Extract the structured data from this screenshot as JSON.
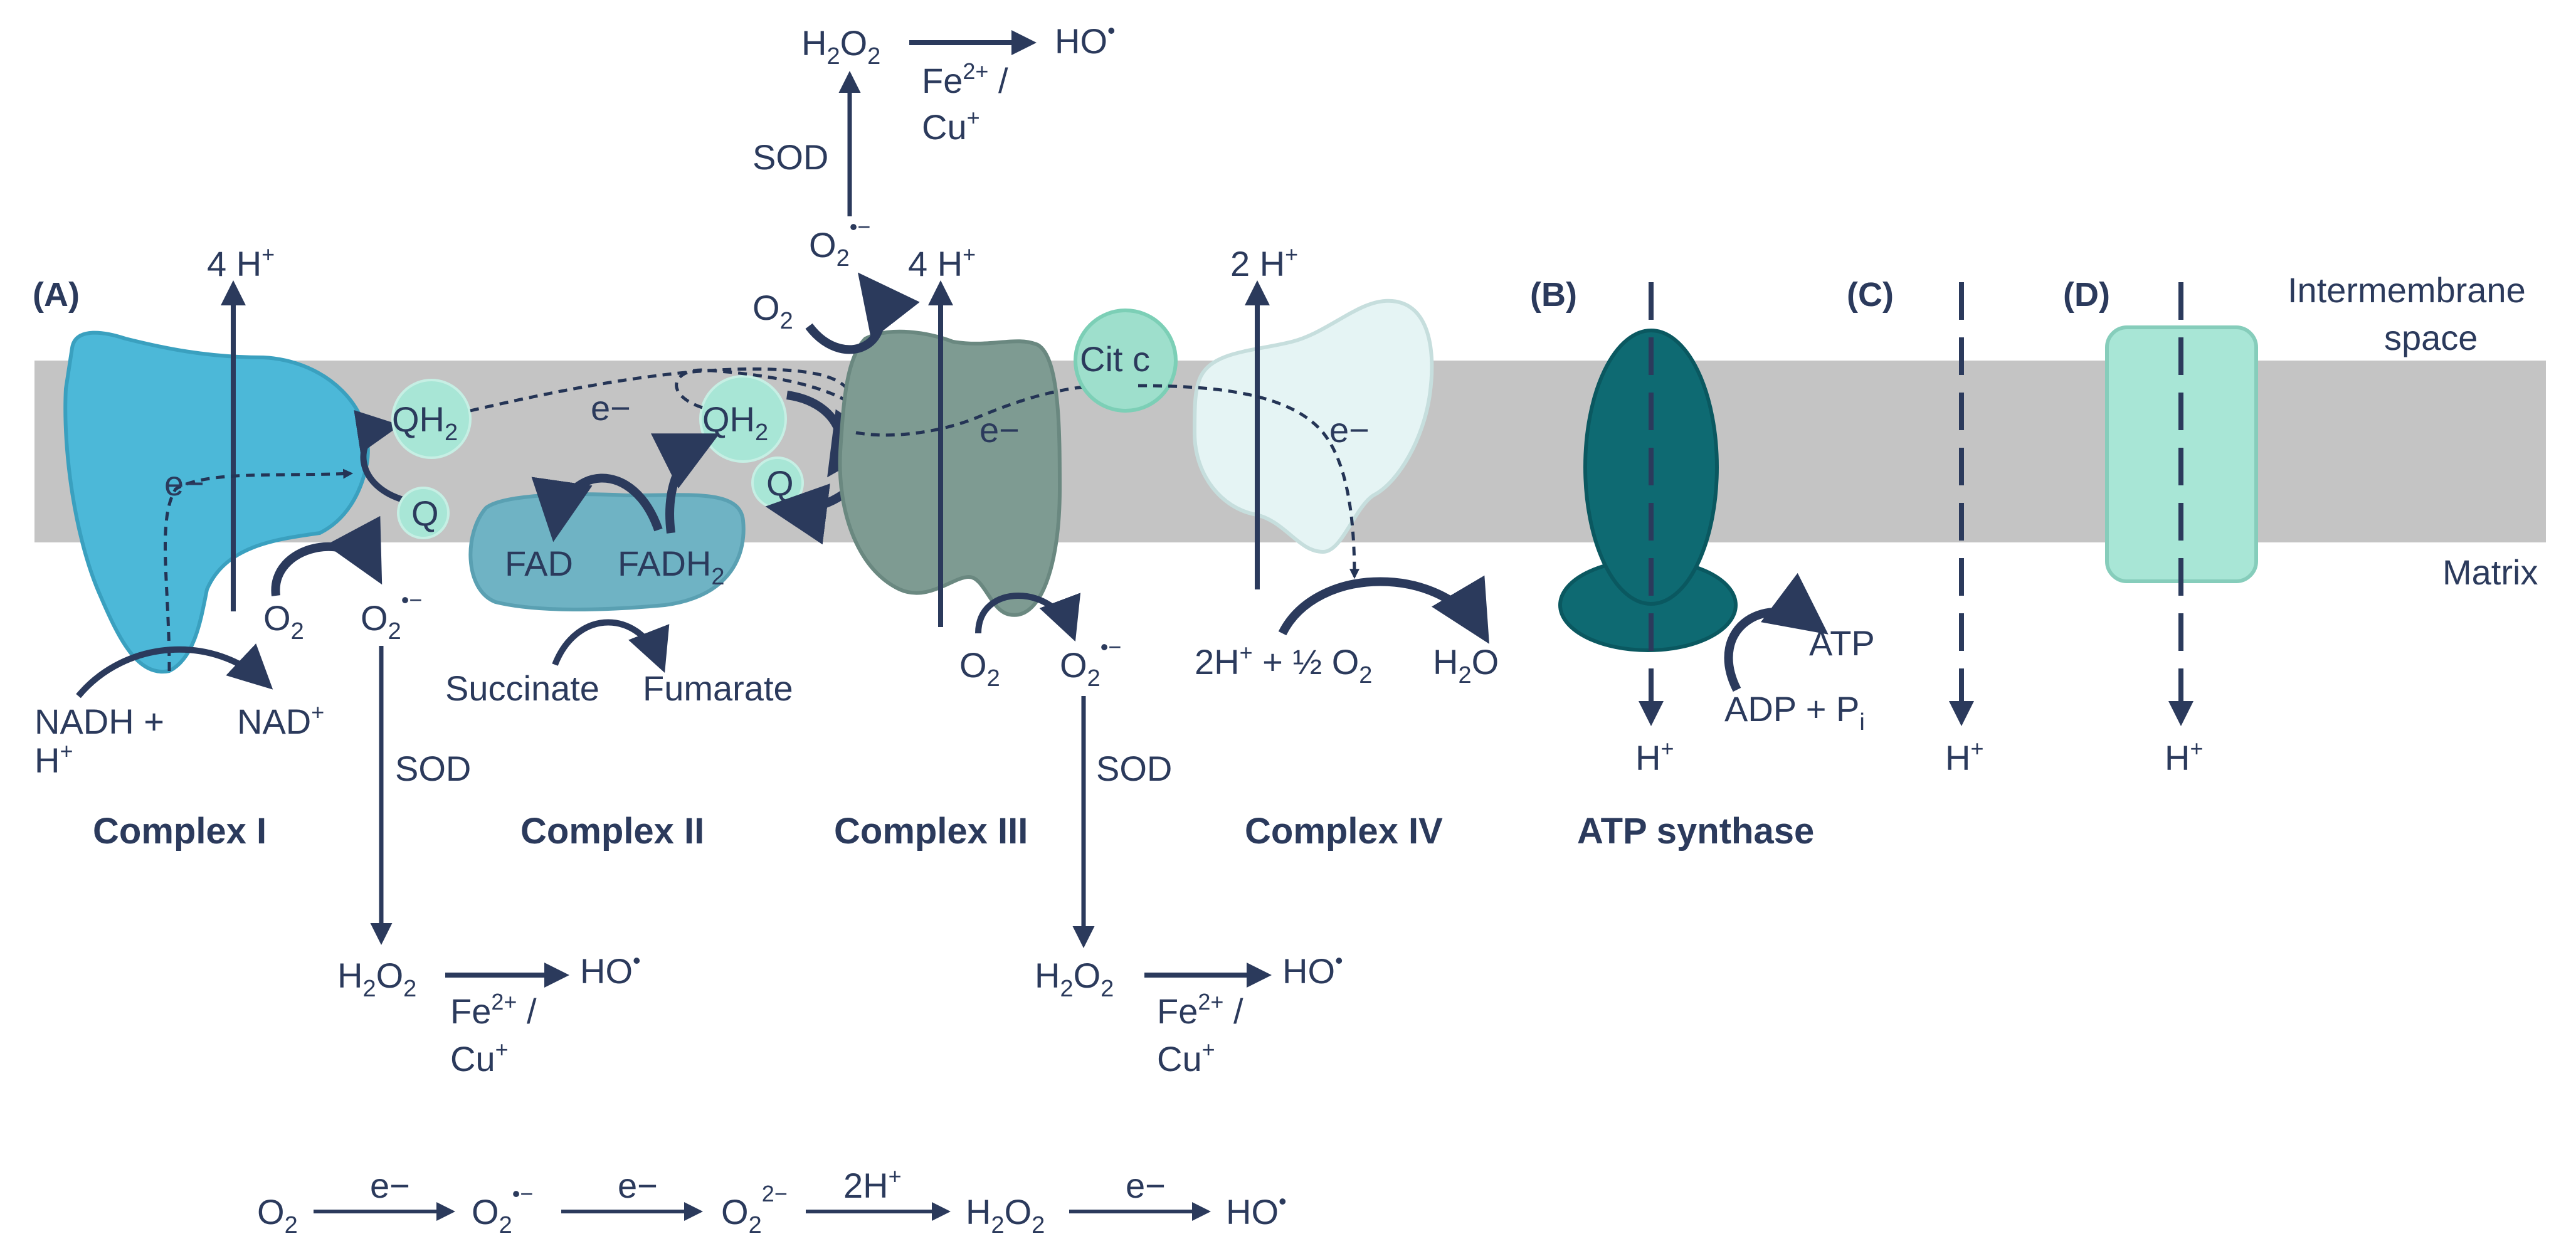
{
  "panels": {
    "a": "(A)",
    "b": "(B)",
    "c": "(C)",
    "d": "(D)"
  },
  "regions": {
    "intermembrane_line1": "Intermembrane",
    "intermembrane_line2": "space",
    "matrix": "Matrix"
  },
  "complexes": {
    "c1": "Complex I",
    "c2": "Complex II",
    "c3": "Complex III",
    "c4": "Complex IV",
    "atp": "ATP synthase"
  },
  "labels": {
    "h4_c1": "4 H",
    "h4_c3": "4 H",
    "h2_c4": "2 H",
    "plus_sup": "+",
    "qh2": "QH",
    "sub2": "2",
    "q": "Q",
    "e_minus": "e−",
    "cit_c": "Cit c",
    "fad": "FAD",
    "fadh": "FADH",
    "succinate": "Succinate",
    "fumarate": "Fumarate",
    "nadh": "NADH +",
    "nadh_h": "H",
    "nad": "NAD",
    "o2": "O",
    "superoxide_sup": "•−",
    "sod": "SOD",
    "h2o2": "H",
    "h2o2_mid": "O",
    "ho": "HO",
    "ho_dot": "•",
    "fe_line1": "Fe",
    "fe_sup": "2+",
    "fe_slash": " /",
    "cu": "Cu",
    "c4_reactant": "2H",
    "c4_reactant_rest": " + ½ O",
    "h2o": "H",
    "h2o_o": "O",
    "atp": "ATP",
    "adp": "ADP + P",
    "adp_sub": "i",
    "h_plus": "H"
  },
  "bottom_chain": {
    "o2": "O",
    "step1": "e−",
    "step2": "e−",
    "peroxide_sup": "2−",
    "step3": "2H",
    "step4": "e−",
    "ho": "HO"
  },
  "colors": {
    "navy": "#2b3a5c",
    "membrane": "#c4c4c4",
    "complex1": "#4cb8d8",
    "complex2": "#6fb3c4",
    "complex3": "#7e9b92",
    "complex4": "#e5f4f4",
    "quinone": "#a8e6d6",
    "cytc": "#9edfcc",
    "atp_synthase": "#0e6a72",
    "channel_d": "#a8e6d6"
  }
}
